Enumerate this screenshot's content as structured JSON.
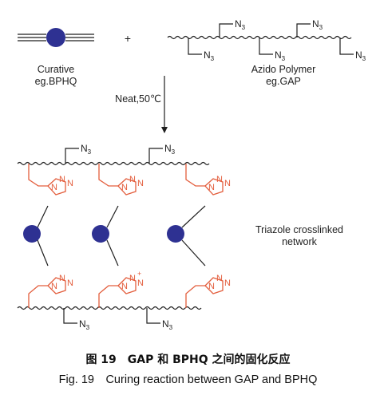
{
  "labels": {
    "plus": "+",
    "curative_line1": "Curative",
    "curative_line2": "eg.BPHQ",
    "polymer_line1": "Azido Polymer",
    "polymer_line2": "eg.GAP",
    "condition": "Neat,50℃",
    "network_line1": "Triazole crosslinked",
    "network_line2": "network"
  },
  "azide_label": {
    "main": "N",
    "sub": "3"
  },
  "triazole_ring": {
    "n_main": "N",
    "n_plus": "+"
  },
  "caption": {
    "cn": "图 19　GAP 和 BPHQ 之间的固化反应",
    "en": "Fig. 19　Curing reaction between GAP and BPHQ"
  },
  "colors": {
    "ink": "#1e1e1e",
    "triazole": "#e35d3c",
    "curative_core": "#2e3192"
  }
}
